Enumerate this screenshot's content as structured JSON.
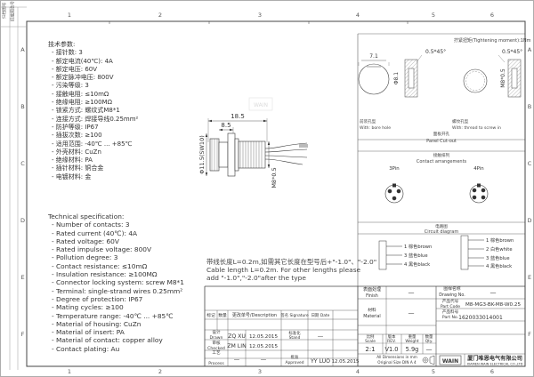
{
  "frame": {
    "col_numbers": [
      "1",
      "2",
      "3",
      "4",
      "5",
      "6"
    ],
    "row_letters": [
      "A",
      "B",
      "C",
      "D",
      "E",
      "F"
    ],
    "side_labels": [
      "归档图号",
      "旧底图总号"
    ]
  },
  "specs_cn": {
    "heading": "技术参数:",
    "items": [
      "- 接针数: 3",
      "- 额定电流(40℃): 4A",
      "- 额定电压: 60V",
      "- 额定脉冲电压: 800V",
      "- 污染等级: 3",
      "- 接触电阻: ≤10mΩ",
      "- 绝缘电阻: ≥100MΩ",
      "- 锁紧方式: 螺纹式M8*1",
      "- 连接方式: 焊接导线0.25mm²",
      "- 防护等级: IP67",
      "- 插拔次数: ≥100",
      "- 适用范围: -40℃ ... +85℃",
      "- 外壳材料: CuZn",
      "- 绝缘材料: PA",
      "- 插针材料: 铜合金",
      "- 电镀材料: 金"
    ]
  },
  "specs_en": {
    "heading": "Technical specification:",
    "items": [
      "- Number of contacts: 3",
      "- Rated current (40℃): 4A",
      "- Rated voltage: 60V",
      "- Rated impulse voltage: 800V",
      "- Pollution degree: 3",
      "- Contact resistance: ≤10mΩ",
      "- Insulation resistance: ≥100MΩ",
      "- Connector locking system: screw M8*1",
      "- Terminal: single-strand wires 0.25mm²",
      "- Degree of protection: IP67",
      "- Mating cycles: ≥100",
      "- Temperature range: -40℃ ... +85℃",
      "- Material of housing: CuZn",
      "- Material of insert: PA",
      "- Material of contact: copper alloy",
      "- Contact plating: Au"
    ]
  },
  "side_view": {
    "dim_length": "18.5",
    "dim_flange": "8.5",
    "dim_dia": "Φ11.5(SW10)",
    "dim_thread": "M8*0.5"
  },
  "panel_cutout": {
    "torque_label": "拧紧扭矩(Tightening moment):1Nm",
    "dim_7_1": "7.1",
    "dim_0_5_a": "0.5*45°",
    "dim_8_1": "Φ8.1",
    "dim_0_5_b": "0.5*45°",
    "dim_m8": "M8*0.5",
    "caption_left_cn": "前装孔型",
    "caption_left_en": "With: bore hole",
    "caption_right_cn": "螺纹孔型",
    "caption_right_en": "With: thread to screw in",
    "title_cn": "面板开孔",
    "title_en": "Panel Cut-out"
  },
  "contacts": {
    "title_cn": "接触排列",
    "title_en": "Contact arrangements",
    "pin3": "3Pin",
    "pin4": "4Pin"
  },
  "circuit": {
    "title_cn": "电路图",
    "title_en": "Circuit diagram",
    "left": [
      "1 棕色brown",
      "3 蓝色blue",
      "4 黑色black"
    ],
    "right": [
      "1 棕色brown",
      "2 白色white",
      "3 蓝色blue",
      "4 黑色black"
    ]
  },
  "cable_note": {
    "line1": "带线长度L=0.2m,如需其它长度在型号后+\"-1.0\"、\"-2.0\"",
    "line2": "Cable length L=0.2m. For other lengths please",
    "line3": "add \"-1.0\",\"-2.0\"after the type"
  },
  "titleblock": {
    "finish_cn": "表面处理",
    "finish_en": "Finish",
    "finish_val": "—",
    "drawing_no_cn": "图样名称",
    "drawing_no_en": "Drawing No.",
    "drawing_no_val": "—",
    "material_cn": "材料",
    "material_en": "Material",
    "material_val": "—",
    "part_code_cn": "产品代号",
    "part_code_en": "Part Code",
    "part_code_val": "M8-MG3-BK-M8-W0.25",
    "part_no_cn": "产品料号",
    "part_no_en": "Part No.",
    "part_no_val": "1620033014001",
    "scale_cn": "比例",
    "scale_en": "Scale",
    "scale_val": "2:1",
    "rev_cn": "版本",
    "rev_en": "REV.",
    "rev_val": "V1.0",
    "weight_cn": "重量",
    "weight_en": "Weight",
    "weight_val": "5.9g",
    "qty_cn": "数量",
    "qty_en": "Qty.",
    "qty_val": "—",
    "hdr_mark": "标记",
    "hdr_count": "数量",
    "hdr_desc": "更改单号/Description",
    "hdr_sign": "签名 Signature",
    "hdr_date": "日期 Date",
    "drawn_cn": "设计",
    "drawn_en": "Drawn",
    "drawn_name": "ZQ XU",
    "drawn_date": "12.05.2015",
    "checked_cn": "审核",
    "checked_en": "Checked",
    "checked_name": "ZM LIN",
    "checked_date": "12.05.2015",
    "process_cn": "工艺",
    "process_en": "Process",
    "std_cn": "标准化",
    "std_en": "Stand",
    "approved_cn": "批准",
    "approved_en": "Approved",
    "approved_name": "YY LUO",
    "approved_date": "12.05.2015",
    "dash": "—",
    "note1": "All Dimensions in mm",
    "note2": "Original Size DIN A 4",
    "company_cn": "厦门唯恩电气有限公司",
    "company_en": "XIAMEN WAIN ELECTRICAL CO.,LTD",
    "logo": "WAIN"
  },
  "watermark": "WAIN"
}
